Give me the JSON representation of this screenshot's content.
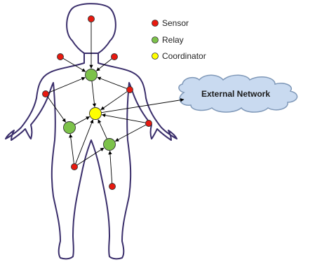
{
  "legend": {
    "sensor": {
      "label": "Sensor",
      "color": "#e8190f"
    },
    "relay": {
      "label": "Relay",
      "color": "#7cc24a"
    },
    "coordinator": {
      "label": "Coordinator",
      "color": "#ffff00"
    }
  },
  "cloud": {
    "label": "External Network",
    "fill": "#c9daf0",
    "stroke": "#7f98b8"
  },
  "colors": {
    "body_outline": "#3a2e6b",
    "edge": "#000000"
  },
  "nodes": [
    {
      "id": "s1",
      "type": "sensor"
    },
    {
      "id": "s2",
      "type": "sensor"
    },
    {
      "id": "s3",
      "type": "sensor"
    },
    {
      "id": "s4",
      "type": "sensor"
    },
    {
      "id": "s5",
      "type": "sensor"
    },
    {
      "id": "s6",
      "type": "sensor"
    },
    {
      "id": "s7",
      "type": "sensor"
    },
    {
      "id": "s8",
      "type": "sensor"
    },
    {
      "id": "r1",
      "type": "relay"
    },
    {
      "id": "r2",
      "type": "relay"
    },
    {
      "id": "r3",
      "type": "relay"
    },
    {
      "id": "c",
      "type": "coordinator"
    }
  ],
  "edges": [
    {
      "from": "s1",
      "to": "r1"
    },
    {
      "from": "s2",
      "to": "r1"
    },
    {
      "from": "s3",
      "to": "r1"
    },
    {
      "from": "s5",
      "to": "r1"
    },
    {
      "from": "s4",
      "to": "r1"
    },
    {
      "from": "s4",
      "to": "r2"
    },
    {
      "from": "r1",
      "to": "c"
    },
    {
      "from": "s5",
      "to": "c"
    },
    {
      "from": "r2",
      "to": "c"
    },
    {
      "from": "s6",
      "to": "c"
    },
    {
      "from": "s7",
      "to": "c"
    },
    {
      "from": "s7",
      "to": "r2"
    },
    {
      "from": "s7",
      "to": "r3"
    },
    {
      "from": "s6",
      "to": "r3"
    },
    {
      "from": "r3",
      "to": "c"
    },
    {
      "from": "s8",
      "to": "r3"
    },
    {
      "from": "c",
      "to": "cloud"
    }
  ]
}
